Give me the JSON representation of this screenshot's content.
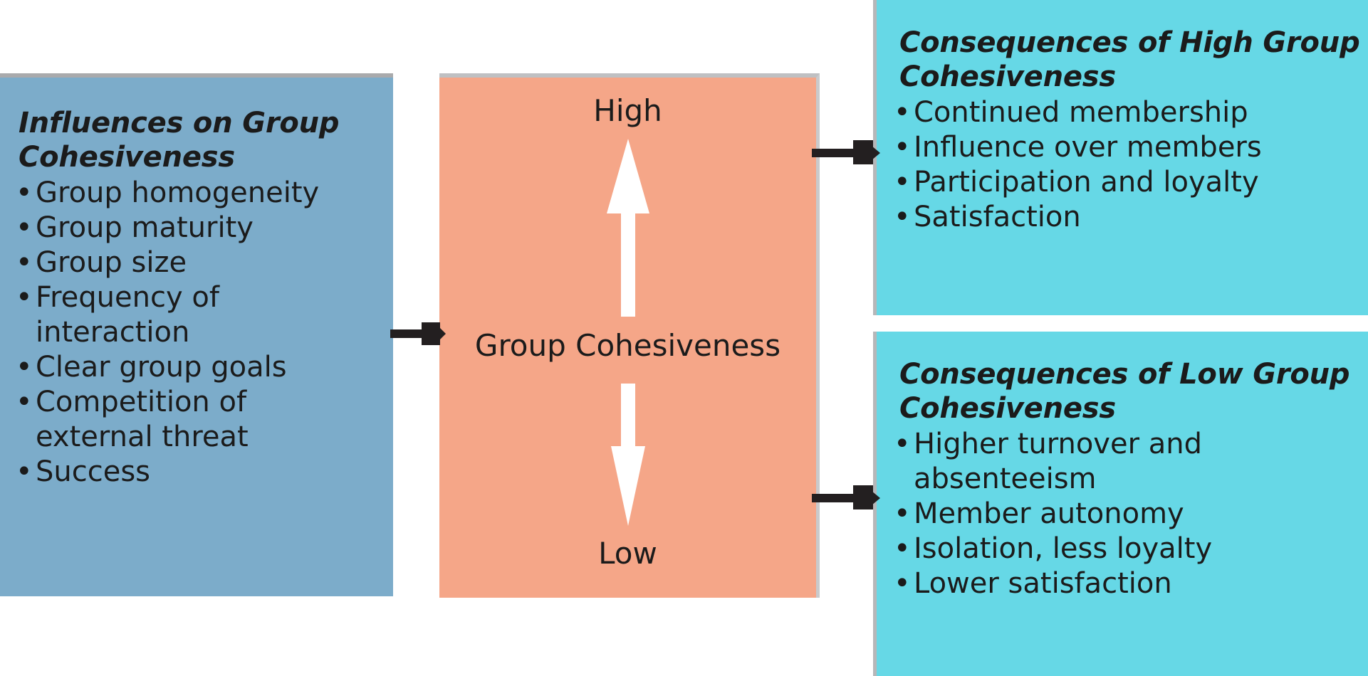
{
  "diagram": {
    "title": "Group Cohesiveness",
    "colors": {
      "influences_panel": "#7cacca",
      "cohesiveness_panel": "#f5a688",
      "consequences_panel": "#66d8e6",
      "text": "#1b1b1b",
      "arrow_white": "#ffffff",
      "connector_black": "#231f20",
      "panel_edge_gray": "#a9aaac",
      "background": "#ffffff"
    }
  },
  "influences": {
    "title": "Influences on Group Cohesiveness",
    "items": [
      "Group homogeneity",
      "Group maturity",
      "Group size",
      "Frequency of\ninteraction",
      "Clear group goals",
      "Competition of\nexternal threat",
      "Success"
    ]
  },
  "scale": {
    "high_label": "High",
    "low_label": "Low",
    "center_label": "Group Cohesiveness",
    "up_arrow": "up-arrow-icon",
    "down_arrow": "down-arrow-icon"
  },
  "consequences_high": {
    "title": "Consequences of High Group Cohesiveness",
    "items": [
      "Continued membership",
      "Influence over members",
      "Participation and loyalty",
      "Satisfaction"
    ]
  },
  "consequences_low": {
    "title": "Consequences of Low Group Cohesiveness",
    "items": [
      "Higher turnover and\nabsenteeism",
      "Member autonomy",
      "Isolation, less loyalty",
      "Lower satisfaction"
    ]
  },
  "connectors": [
    {
      "name": "influences-to-cohesiveness",
      "direction": "right"
    },
    {
      "name": "cohesiveness-to-high-consequences",
      "direction": "right"
    },
    {
      "name": "cohesiveness-to-low-consequences",
      "direction": "right"
    }
  ]
}
